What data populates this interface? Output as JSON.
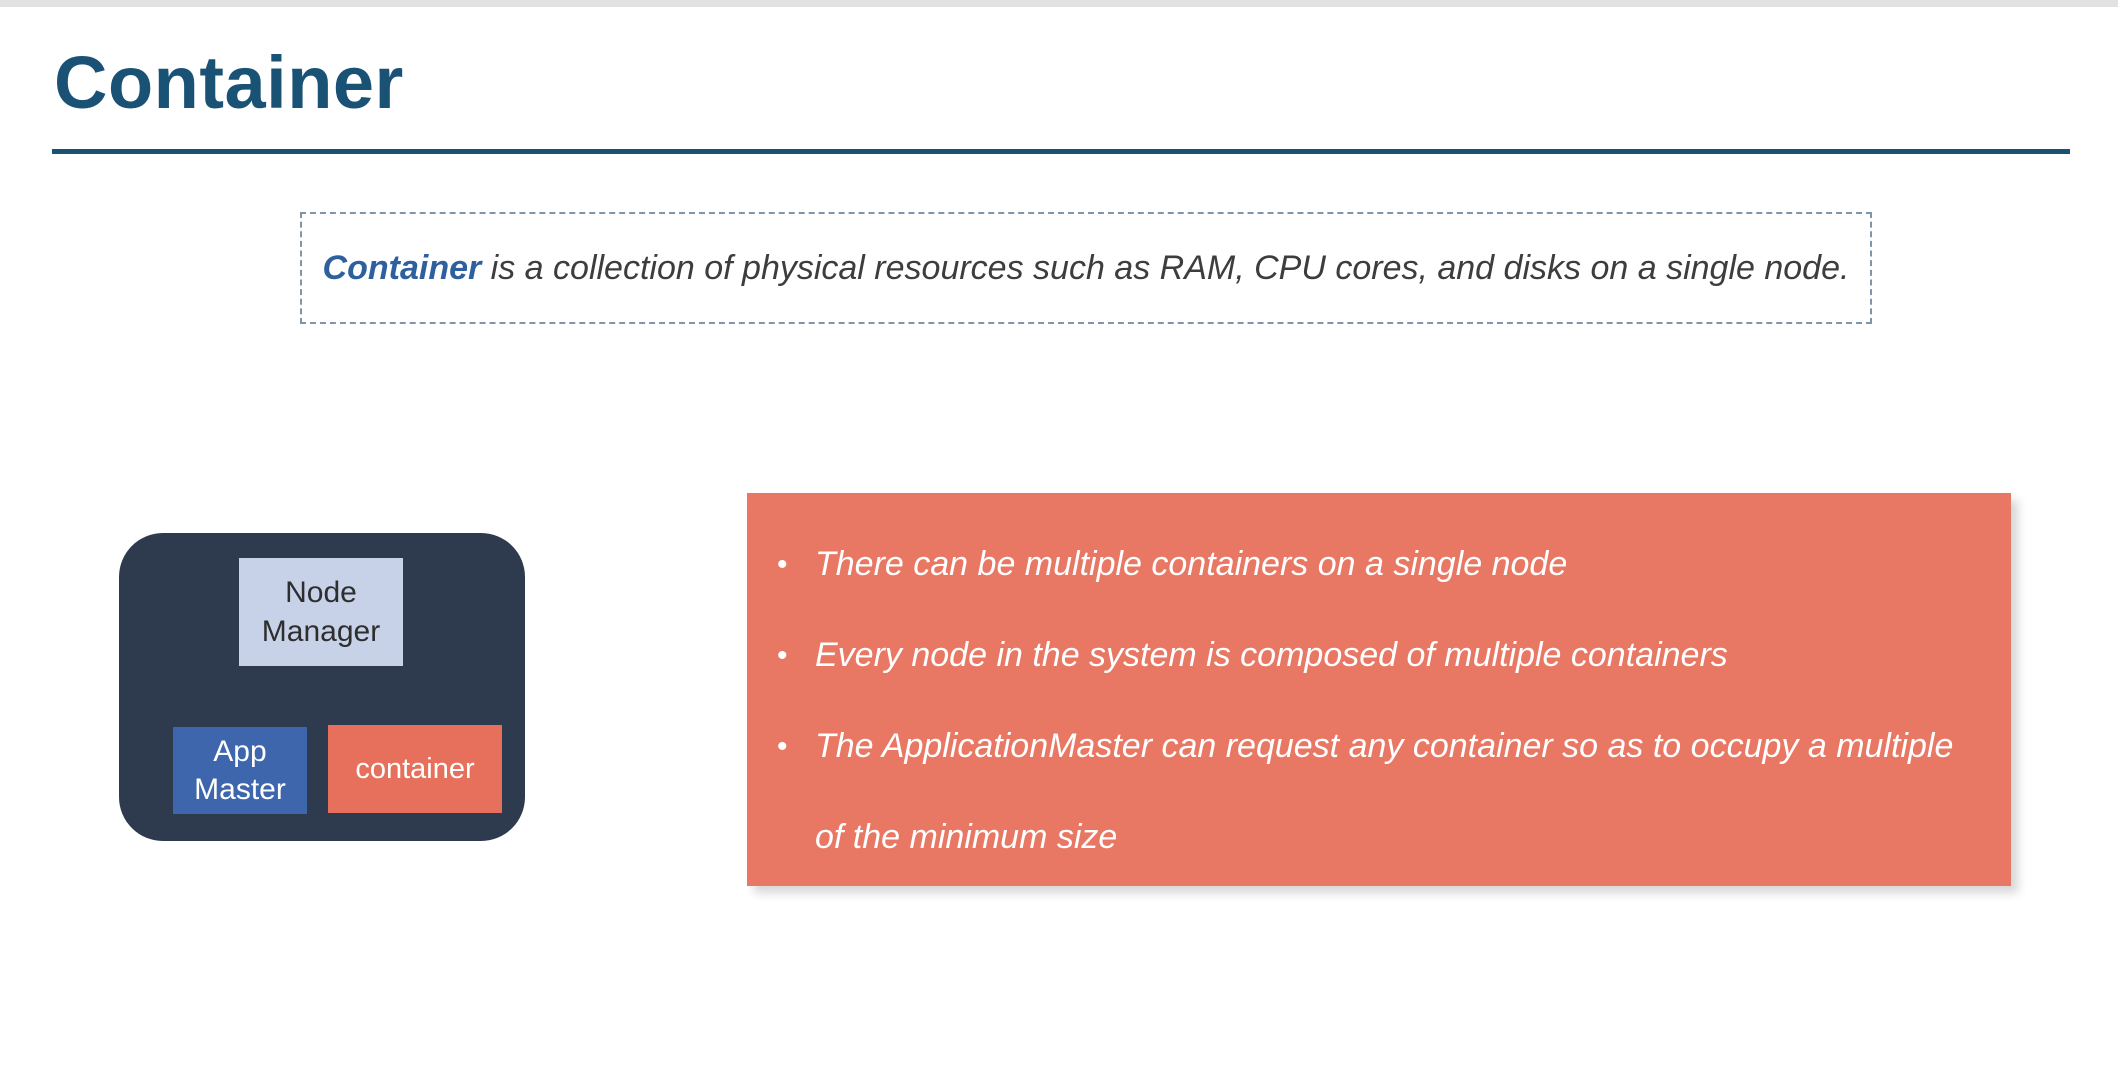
{
  "slide": {
    "title": "Container",
    "definition": {
      "term": "Container",
      "rest": " is a collection of physical resources such as RAM, CPU cores, and disks on a single node."
    },
    "diagram": {
      "node_manager_label": "Node Manager",
      "app_master_label": "App Master",
      "container_label": "container"
    },
    "bullets": [
      "There can be multiple containers on a single node",
      "Every node in the system is composed of multiple containers",
      "The ApplicationMaster can request any container so as to occupy a multiple of the minimum size"
    ],
    "bullet_glyph": "•",
    "colors": {
      "title_blue": "#1a5276",
      "definition_term_blue": "#2e5f9e",
      "dark_panel": "#2e3a4d",
      "node_manager_bg": "#c7d2e8",
      "app_master_bg": "#3e66ad",
      "container_bg": "#e7705d",
      "bullet_panel_bg": "#e87763"
    }
  }
}
